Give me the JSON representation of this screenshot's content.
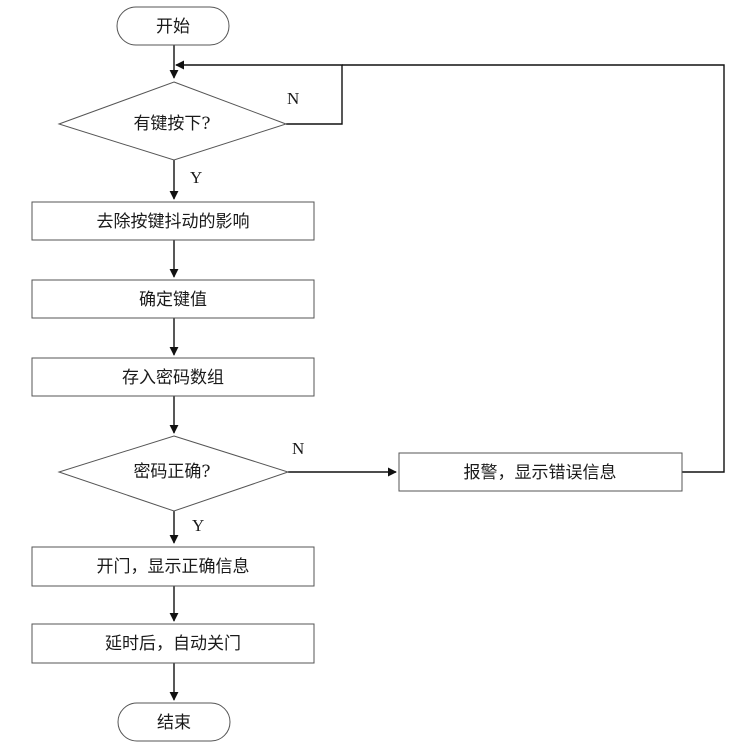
{
  "nodes": {
    "start": "开始",
    "key_pressed": "有键按下?",
    "debounce": "去除按键抖动的影响",
    "determine_key": "确定键值",
    "store_password": "存入密码数组",
    "password_correct": "密码正确?",
    "alarm": "报警，显示错误信息",
    "open_door": "开门，显示正确信息",
    "delay_close": "延时后，自动关门",
    "end": "结束"
  },
  "edge_labels": {
    "key_no": "N",
    "key_yes": "Y",
    "pwd_no": "N",
    "pwd_yes": "Y"
  }
}
